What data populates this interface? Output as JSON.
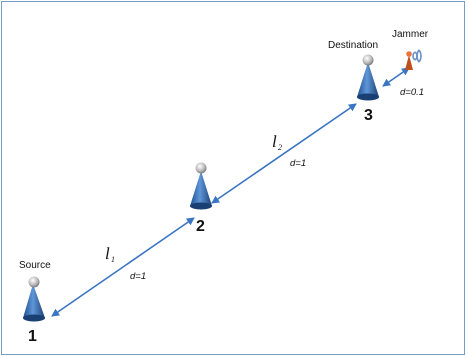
{
  "nodes": [
    {
      "number": "1",
      "role": "Source"
    },
    {
      "number": "2",
      "role": ""
    },
    {
      "number": "3",
      "role": "Destination"
    }
  ],
  "jammer": {
    "label": "Jammer",
    "distance": "d=0.1"
  },
  "links": [
    {
      "name": "l",
      "sub": "1",
      "distance": "d=1"
    },
    {
      "name": "l",
      "sub": "2",
      "distance": "d=1"
    }
  ],
  "colors": {
    "link": "#3a75c4",
    "border": "#7a9cc0",
    "node_body": "#2e64a8",
    "jammer": "#c0501b"
  },
  "icons": [
    "antenna-node-icon",
    "jammer-tower-icon"
  ]
}
